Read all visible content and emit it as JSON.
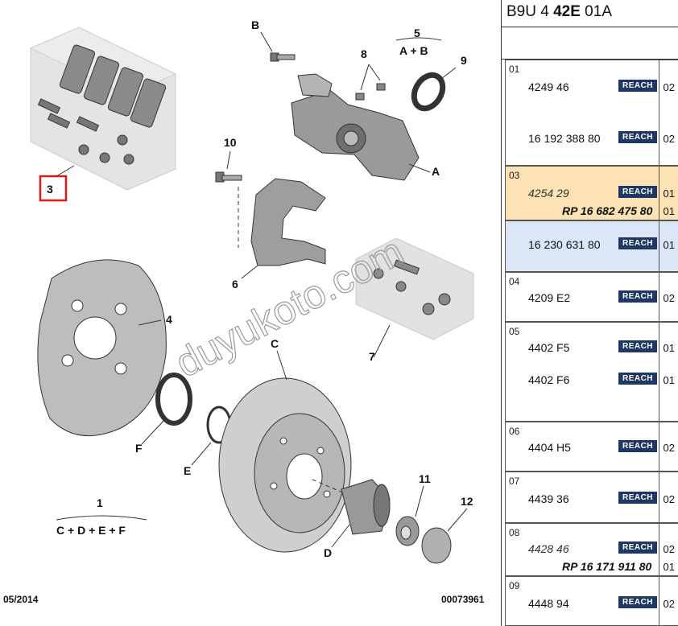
{
  "diagram": {
    "callouts": [
      "B",
      "8",
      "5",
      "A + B",
      "9",
      "3",
      "10",
      "A",
      "6",
      "4",
      "7",
      "C",
      "F",
      "E",
      "1",
      "C + D + E + F",
      "11",
      "12",
      "D"
    ],
    "watermark": "duyukoto.com",
    "footer_left": "05/2014",
    "footer_right": "00073961"
  },
  "panel": {
    "header_prefix": "B9U 4 ",
    "header_bold": "42E",
    "header_suffix": " 01A",
    "rows": [
      {
        "num": "01",
        "lines": [
          {
            "pn": "4249 46",
            "badge": "REACH",
            "qty": "02"
          },
          {
            "pn": "16 192 388 80",
            "badge": "REACH",
            "qty": "02"
          }
        ]
      },
      {
        "num": "03",
        "lines": [
          {
            "pn": "4254 29",
            "badge": "REACH",
            "qty": "01"
          },
          {
            "rp": "RP 16 682 475 80",
            "qty": "01"
          }
        ]
      },
      {
        "num": "",
        "lines": [
          {
            "pn": "16 230 631 80",
            "badge": "REACH",
            "qty": "01"
          }
        ]
      },
      {
        "num": "04",
        "lines": [
          {
            "pn": "4209 E2",
            "badge": "REACH",
            "qty": "02"
          }
        ]
      },
      {
        "num": "05",
        "lines": [
          {
            "pn": "4402 F5",
            "badge": "REACH",
            "qty": "01"
          },
          {
            "pn": "4402 F6",
            "badge": "REACH",
            "qty": "01"
          }
        ]
      },
      {
        "num": "06",
        "lines": [
          {
            "pn": "4404 H5",
            "badge": "REACH",
            "qty": "02"
          }
        ]
      },
      {
        "num": "07",
        "lines": [
          {
            "pn": "4439 36",
            "badge": "REACH",
            "qty": "02"
          }
        ]
      },
      {
        "num": "08",
        "lines": [
          {
            "pn": "4428 46",
            "badge": "REACH",
            "qty": "02"
          },
          {
            "rp": "RP 16 171 911 80",
            "qty": "01"
          }
        ]
      },
      {
        "num": "09",
        "lines": [
          {
            "pn": "4448 94",
            "badge": "REACH",
            "qty": "02"
          }
        ]
      }
    ]
  }
}
